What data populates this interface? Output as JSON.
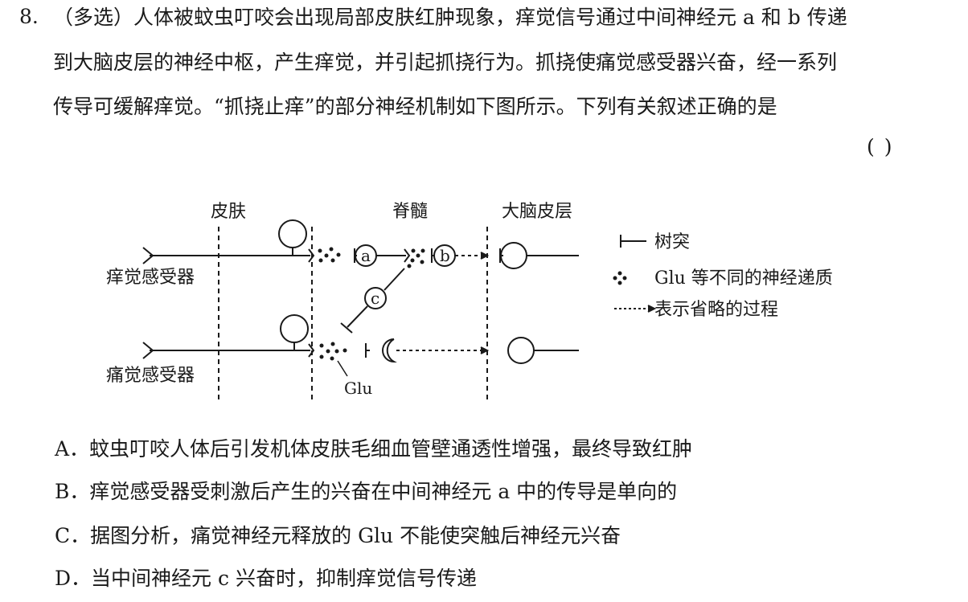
{
  "question": {
    "number": "8.",
    "line1": "（多选）人体被蚊虫叮咬会出现局部皮肤红肿现象，痒觉信号通过中间神经元 a 和 b 传递",
    "line2": "到大脑皮层的神经中枢，产生痒觉，并引起抓挠行为。抓挠使痛觉感受器兴奋，经一系列",
    "line3": "传导可缓解痒觉。“抓挠止痒”的部分神经机制如下图所示。下列有关叙述正确的是",
    "answer_paren": "(        )"
  },
  "diagram": {
    "region_skin": "皮肤",
    "region_spinal": "脊髓",
    "region_cortex": "大脑皮层",
    "receptor_itch": "痒觉感受器",
    "receptor_pain": "痛觉感受器",
    "neuron_a": "a",
    "neuron_b": "b",
    "neuron_c": "c",
    "glu_label": "Glu",
    "legend": {
      "dendrite": "树突",
      "transmitter": "Glu 等不同的神经递质",
      "omitted": "表示省略的过程"
    }
  },
  "options": {
    "A": "A．蚊虫叮咬人体后引发机体皮肤毛细血管壁通透性增强，最终导致红肿",
    "B": "B．痒觉感受器受刺激后产生的兴奋在中间神经元 a 中的传导是单向的",
    "C": "C．据图分析，痛觉神经元释放的 Glu 不能使突触后神经元兴奋",
    "D": "D．当中间神经元 c 兴奋时，抑制痒觉信号传递"
  }
}
